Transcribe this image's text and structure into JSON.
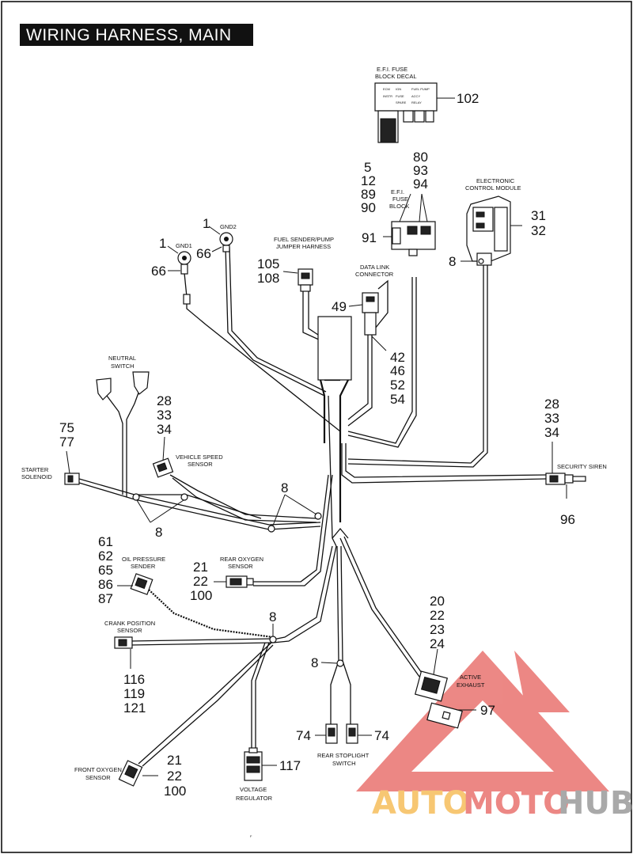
{
  "title": "WIRING HARNESS, MAIN",
  "footer_mark": "F",
  "watermark": {
    "part1": "AUTO",
    "part2": "MOTO",
    "part3": "HUB",
    "colors": {
      "auto": "#f5b545",
      "moto": "#e6605c",
      "hub": "#8d8d8d",
      "triangle": "#e6605c"
    }
  },
  "labels": {
    "efi_fuse_decal": [
      "E.F.I. FUSE",
      "BLOCK DECAL"
    ],
    "efi_fuse_block": [
      "E.F.I.",
      "FUSE",
      "BLOCK"
    ],
    "ecm": [
      "ELECTRONIC",
      "CONTROL MODULE"
    ],
    "gnd1": "GND1",
    "gnd2": "GND2",
    "fuel_sender": [
      "FUEL SENDER/PUMP",
      "JUMPER HARNESS"
    ],
    "data_link": [
      "DATA LINK",
      "CONNECTOR"
    ],
    "neutral_switch": [
      "NEUTRAL",
      "SWITCH"
    ],
    "vss": [
      "VEHICLE SPEED",
      "SENSOR"
    ],
    "starter": [
      "STARTER",
      "SOLENOID"
    ],
    "security_siren": "SECURITY SIREN",
    "oil_pressure": [
      "OIL PRESSURE",
      "SENDER"
    ],
    "rear_oxygen": [
      "REAR OXYGEN",
      "SENSOR"
    ],
    "crank_position": [
      "CRANK POSITION",
      "SENSOR"
    ],
    "active_exhaust": [
      "ACTIVE",
      "EXHAUST"
    ],
    "rear_stoplight": [
      "REAR STOPLIGHT",
      "SWITCH"
    ],
    "front_oxygen": [
      "FRONT OXYGEN",
      "SENSOR"
    ],
    "voltage_regulator": [
      "VOLTAGE",
      "REGULATOR"
    ]
  },
  "decal_text": [
    "ECM",
    "IGN",
    "FUEL PUMP",
    "INSTR",
    "FUSE",
    "ACCY",
    "SPARE",
    "RELAY"
  ],
  "callouts": {
    "c102": "102",
    "c5_90": [
      "5",
      "12",
      "89",
      "90"
    ],
    "c80_94": [
      "80",
      "93",
      "94"
    ],
    "c91": "91",
    "c31_32": [
      "31",
      "32"
    ],
    "c8_ecm": "8",
    "c1_gnd1": "1",
    "c66_gnd1": "66",
    "c1_gnd2": "1",
    "c66_gnd2": "66",
    "c105_108": [
      "105",
      "108"
    ],
    "c49": "49",
    "c42_54": [
      "42",
      "46",
      "52",
      "54"
    ],
    "c28_vss": [
      "28",
      "33",
      "34"
    ],
    "c75_77": [
      "75",
      "77"
    ],
    "c28_siren": [
      "28",
      "33",
      "34"
    ],
    "c96": "96",
    "c8_clips_upper": "8",
    "c8_clips_lower": "8",
    "c61_87": [
      "61",
      "62",
      "65",
      "86",
      "87"
    ],
    "c21_rear": [
      "21",
      "22",
      "100"
    ],
    "c8_mid": "8",
    "c20_24": [
      "20",
      "22",
      "23",
      "24"
    ],
    "c8_stop": "8",
    "c116_121": [
      "116",
      "119",
      "121"
    ],
    "c97": "97",
    "c74_left": "74",
    "c74_right": "74",
    "c117": "117",
    "c21_front": [
      "21",
      "22",
      "100"
    ]
  }
}
